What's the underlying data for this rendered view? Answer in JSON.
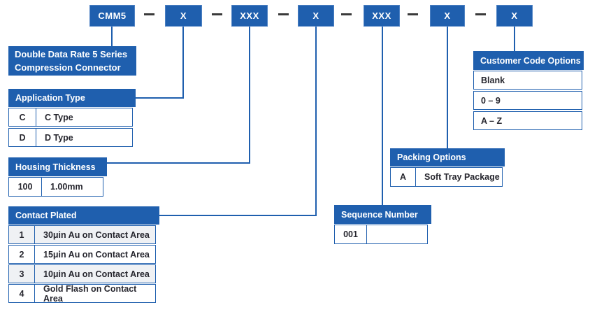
{
  "colors": {
    "primary_blue": "#1f5fae",
    "dash_dark": "#3a3a3a",
    "alt_row_gray": "#eff1f4",
    "cell_text": "#26262e"
  },
  "part_code": {
    "separator": "—",
    "boxes": [
      "CMM5",
      "X",
      "XXX",
      "X",
      "XXX",
      "X",
      "X"
    ]
  },
  "series_box": {
    "line1": "Double Data Rate 5 Series",
    "line2": "Compression Connector"
  },
  "application_type": {
    "title": "Application Type",
    "rows": [
      {
        "code": "C",
        "desc": "C Type"
      },
      {
        "code": "D",
        "desc": "D Type"
      }
    ]
  },
  "housing_thickness": {
    "title": "Housing Thickness",
    "rows": [
      {
        "code": "100",
        "desc": "1.00mm"
      }
    ]
  },
  "contact_plated": {
    "title": "Contact Plated",
    "rows": [
      {
        "code": "1",
        "desc": "30μin Au on Contact Area"
      },
      {
        "code": "2",
        "desc": "15μin Au on Contact Area"
      },
      {
        "code": "3",
        "desc": "10μin Au on Contact Area"
      },
      {
        "code": "4",
        "desc": "Gold Flash on Contact Area"
      }
    ]
  },
  "sequence_number": {
    "title": "Sequence Number",
    "rows": [
      {
        "code": "001",
        "desc": ""
      }
    ]
  },
  "packing_options": {
    "title": "Packing Options",
    "rows": [
      {
        "code": "A",
        "desc": "Soft Tray Package"
      }
    ]
  },
  "customer_code_options": {
    "title": "Customer Code Options",
    "rows": [
      {
        "label": "Blank"
      },
      {
        "label": "0 – 9"
      },
      {
        "label": "A – Z"
      }
    ]
  }
}
